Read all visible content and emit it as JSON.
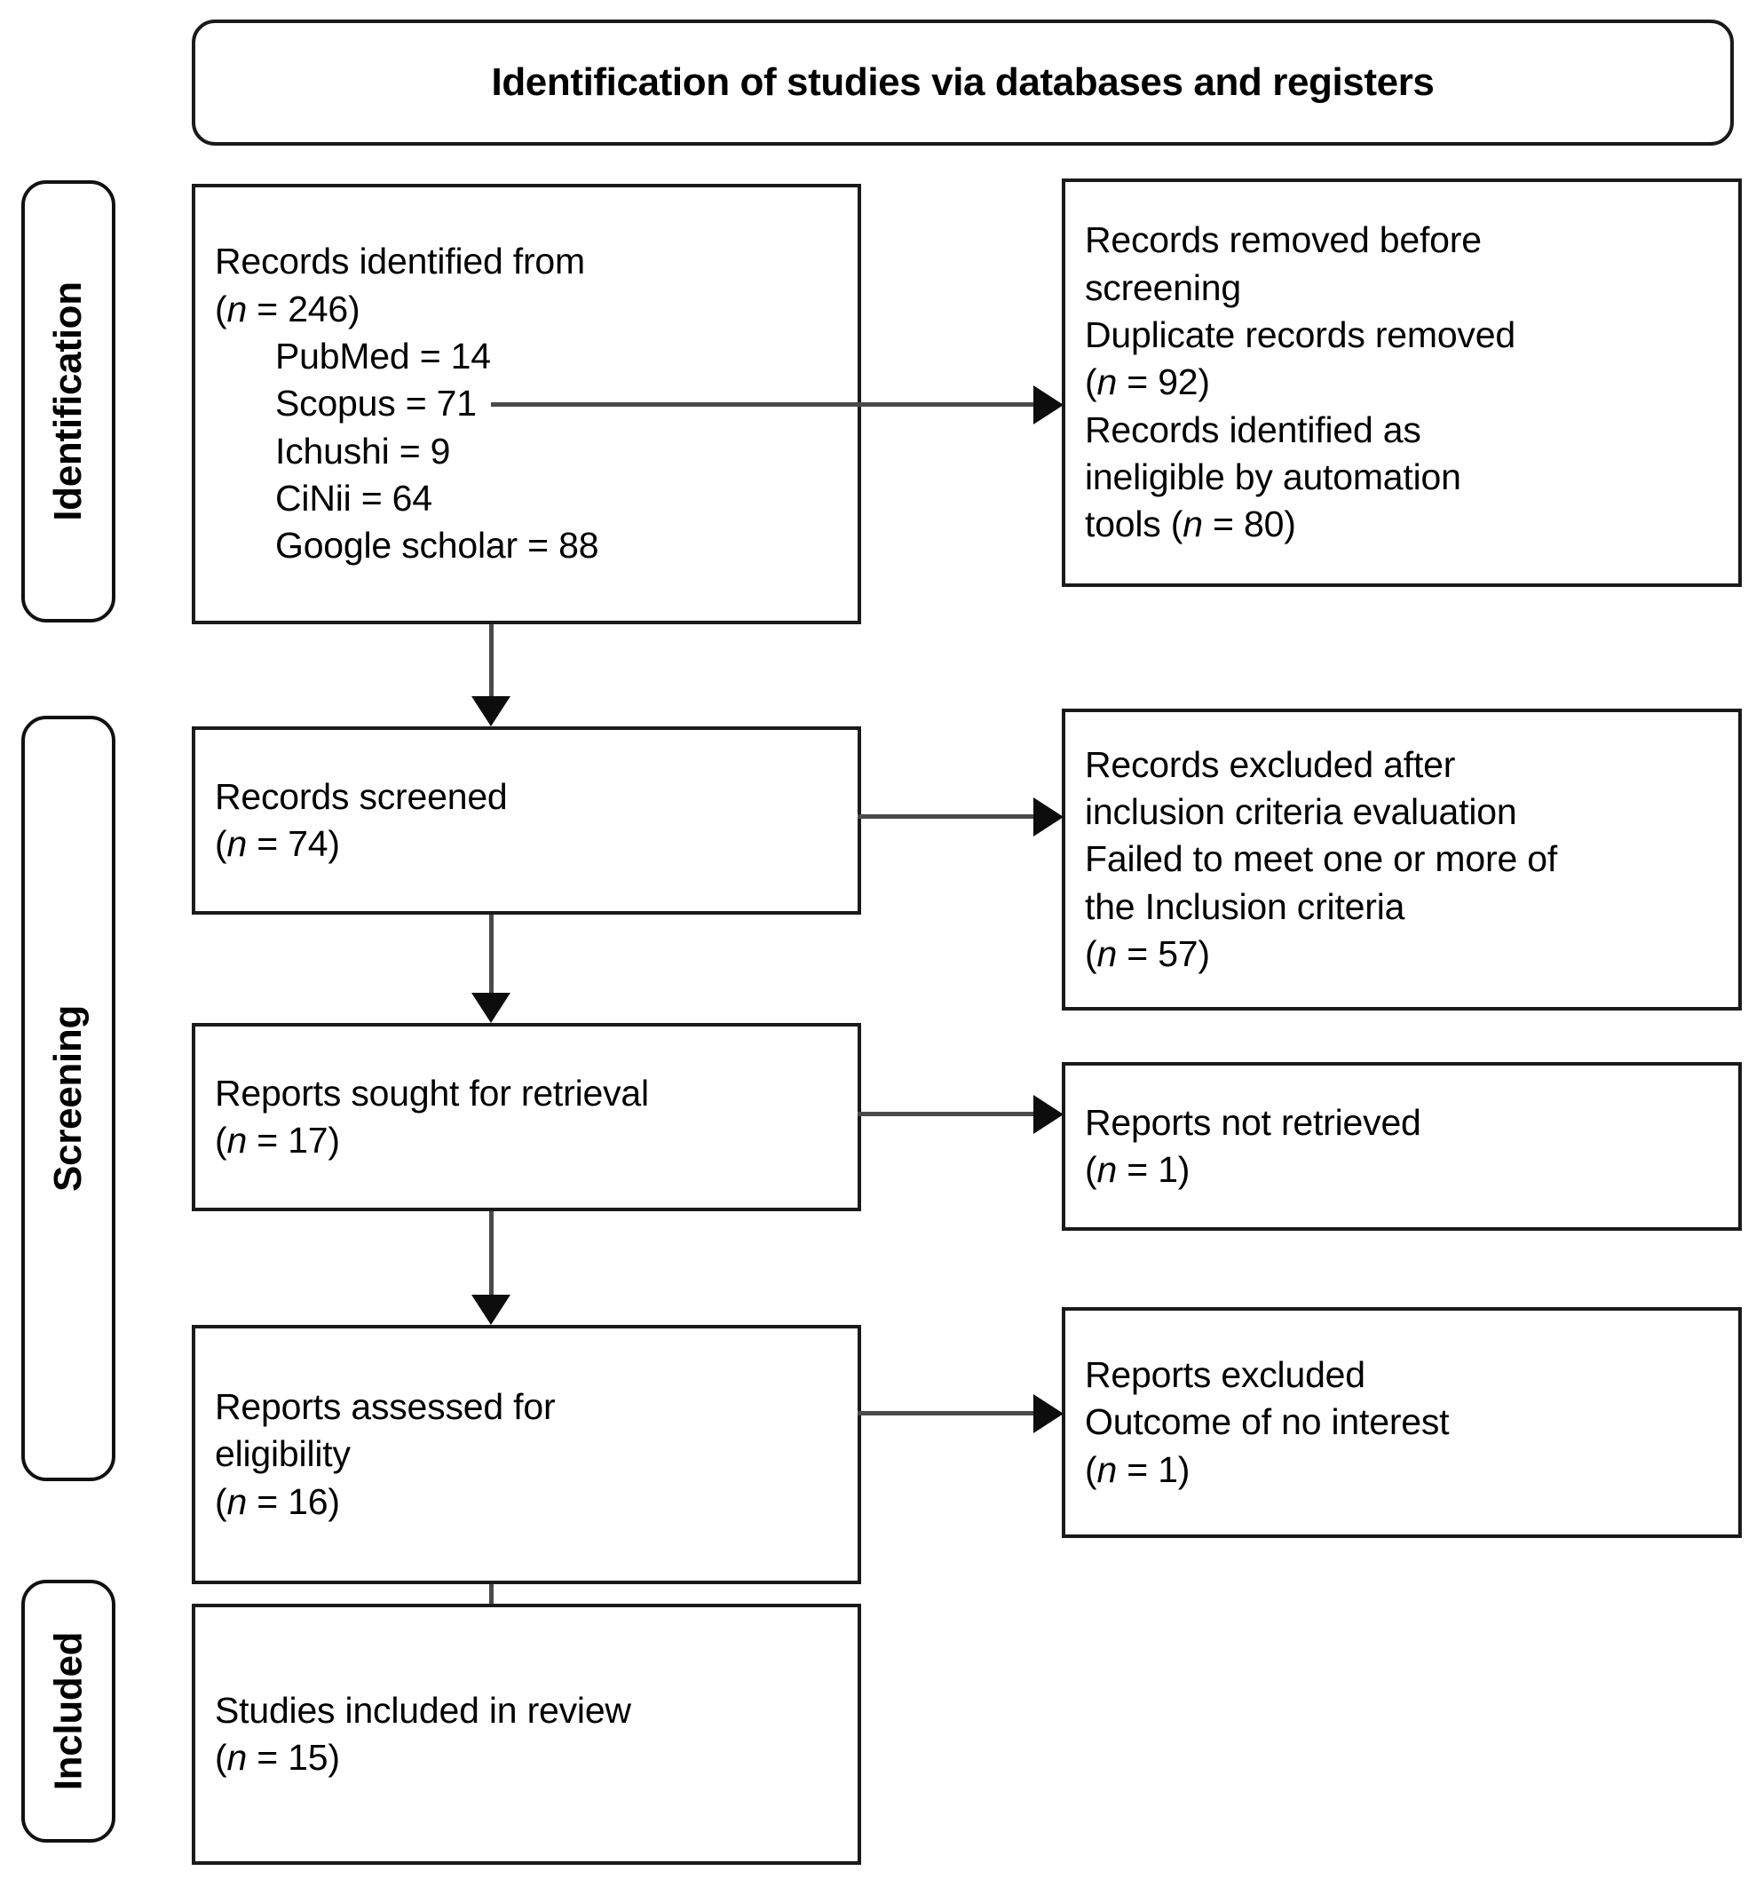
{
  "diagram": {
    "title": "Identification of studies via databases and registers",
    "type": "prisma-flow-diagram"
  },
  "stages": [
    {
      "id": "identification",
      "label": "Identification"
    },
    {
      "id": "screening",
      "label": "Screening"
    },
    {
      "id": "included",
      "label": "Included"
    }
  ],
  "boxes": {
    "records_identified": {
      "line1": "Records identified from",
      "line2_pre": "(",
      "line2_n": "n",
      "line2_post": " = 246)",
      "sources": [
        "PubMed = 14",
        "Scopus = 71",
        "Ichushi = 9",
        "CiNii = 64",
        "Google scholar = 88"
      ]
    },
    "records_removed": {
      "line1": "Records removed before",
      "line2": "screening",
      "line3": "Duplicate records removed",
      "line4_pre": "(",
      "line4_n": "n",
      "line4_post": " = 92)",
      "line5": "Records identified as",
      "line6": "ineligible by automation",
      "line7_pre": "tools (",
      "line7_n": "n",
      "line7_post": " = 80)"
    },
    "records_screened": {
      "line1": "Records screened",
      "line2_pre": "(",
      "line2_n": "n",
      "line2_post": " = 74)"
    },
    "records_excluded": {
      "line1": "Records excluded after",
      "line2": "inclusion criteria evaluation",
      "line3": "Failed to meet one or more of",
      "line4": "the Inclusion criteria",
      "line5_pre": "(",
      "line5_n": "n",
      "line5_post": " = 57)"
    },
    "reports_sought": {
      "line1": "Reports sought for retrieval",
      "line2_pre": "(",
      "line2_n": "n",
      "line2_post": " = 17)"
    },
    "reports_not_retrieved": {
      "line1": "Reports not retrieved",
      "line2_pre": "(",
      "line2_n": "n",
      "line2_post": " = 1)"
    },
    "reports_assessed": {
      "line1": "Reports assessed for",
      "line2": "eligibility",
      "line3_pre": "(",
      "line3_n": "n",
      "line3_post": " = 16)"
    },
    "reports_excluded": {
      "line1": "Reports excluded",
      "line2": "Outcome of no interest",
      "line3_pre": "(",
      "line3_n": "n",
      "line3_post": " = 1)"
    },
    "studies_included": {
      "line1": "Studies included in review",
      "line2_pre": "(",
      "line2_n": "n",
      "line2_post": " = 15)"
    }
  },
  "counts": {
    "identified_total": 246,
    "pubmed": 14,
    "scopus": 71,
    "ichushi": 9,
    "cinii": 64,
    "google_scholar": 88,
    "duplicates_removed": 92,
    "ineligible_automation": 80,
    "screened": 74,
    "excluded_after_screening": 57,
    "sought_for_retrieval": 17,
    "not_retrieved": 1,
    "assessed_for_eligibility": 16,
    "excluded_no_interest": 1,
    "included_in_review": 15
  },
  "colors": {
    "border": "#1a1a1a",
    "connector": "#4a4a4a",
    "arrowhead": "#0d0d0d",
    "background": "#ffffff",
    "text": "#000000"
  }
}
